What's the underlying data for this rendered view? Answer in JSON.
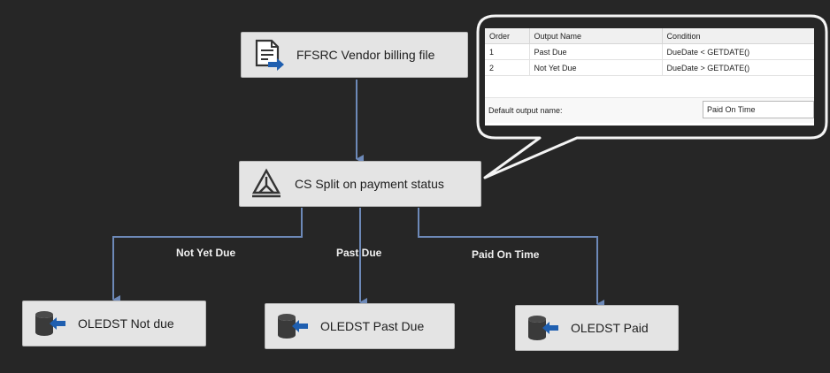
{
  "tasks": {
    "source": {
      "label": "FFSRC Vendor billing file",
      "icon": "flat-file-source-icon"
    },
    "split": {
      "label": "CS Split on payment status",
      "icon": "conditional-split-icon"
    },
    "dest_not_due": {
      "label": "OLEDST Not due",
      "icon": "database-destination-icon"
    },
    "dest_past_due": {
      "label": "OLEDST Past Due",
      "icon": "database-destination-icon"
    },
    "dest_paid": {
      "label": "OLEDST Paid",
      "icon": "database-destination-icon"
    }
  },
  "paths": {
    "not_yet_due": "Not Yet Due",
    "past_due": "Past Due",
    "paid_on_time": "Paid On Time"
  },
  "conditions_panel": {
    "columns": {
      "order": "Order",
      "output_name": "Output Name",
      "condition": "Condition"
    },
    "rows": [
      {
        "order": "1",
        "output_name": "Past Due",
        "condition": "DueDate < GETDATE()"
      },
      {
        "order": "2",
        "output_name": "Not Yet Due",
        "condition": "DueDate > GETDATE()"
      }
    ],
    "default_output_label": "Default output name:",
    "default_output_value": "Paid On Time"
  },
  "colors": {
    "background": "#262626",
    "task_fill": "#e4e4e4",
    "connector": "#6d89b8",
    "icon_blue": "#1f5fb0"
  }
}
